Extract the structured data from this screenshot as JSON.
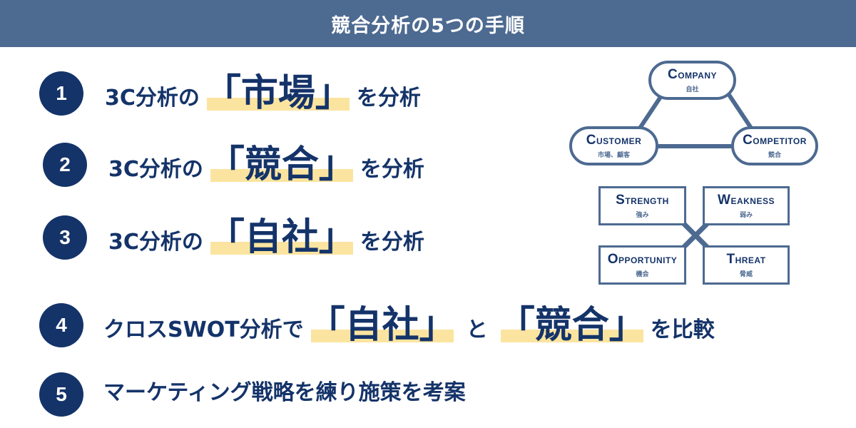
{
  "header": {
    "title": "競合分析の5つの手順"
  },
  "steps": [
    {
      "number": "1",
      "prefix": "3C分析の",
      "highlight": "「市場」",
      "suffix": "を分析"
    },
    {
      "number": "2",
      "prefix": "3C分析の",
      "highlight": "「競合」",
      "suffix": "を分析"
    },
    {
      "number": "3",
      "prefix": "3C分析の",
      "highlight": "「自社」",
      "suffix": "を分析"
    },
    {
      "number": "4",
      "prefix": "クロスSWOT分析で",
      "highlight": "「自社」",
      "middle": "と",
      "highlight2": "「競合」",
      "suffix": "を比較"
    },
    {
      "number": "5",
      "text": "マーケティング戦略を練り施策を考案"
    }
  ],
  "diagram_3c": {
    "company": {
      "cap": "C",
      "rest": "OMPANY",
      "jp": "自社"
    },
    "customer": {
      "cap": "C",
      "rest": "USTOMER",
      "jp": "市場、顧客"
    },
    "competitor": {
      "cap": "C",
      "rest": "OMPETITOR",
      "jp": "競合"
    }
  },
  "diagram_swot": {
    "strength": {
      "cap": "S",
      "rest": "TRENGTH",
      "jp": "強み"
    },
    "weakness": {
      "cap": "W",
      "rest": "EAKNESS",
      "jp": "弱み"
    },
    "opportunity": {
      "cap": "O",
      "rest": "PPORTUNITY",
      "jp": "機会"
    },
    "threat": {
      "cap": "T",
      "rest": "HREAT",
      "jp": "脅威"
    }
  },
  "colors": {
    "header_bg": "#4d6a91",
    "navy": "#143369",
    "highlight": "#fbe4a0"
  }
}
